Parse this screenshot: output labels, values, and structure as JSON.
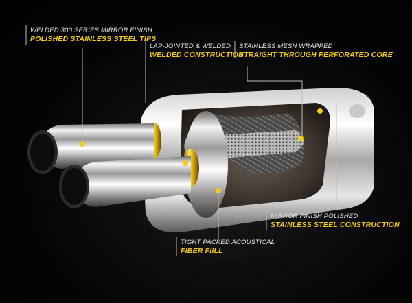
{
  "labels": {
    "tips": {
      "line1": "Welded 300 Series Mirror Finish",
      "line2": "Polished Stainless Steel Tips"
    },
    "welded": {
      "line1": "Lap-Jointed & Welded",
      "line2": "Welded Construction"
    },
    "core": {
      "line1": "Stainless Mesh Wrapped",
      "line2": "Straight Through Perforated Core"
    },
    "shell": {
      "line1": "Mirror Finish Polished",
      "line2": "Stainless Steel Construction"
    },
    "fiber": {
      "line1": "Tight Packed Acoustical",
      "line2": "Fiber Fiill"
    }
  },
  "colors": {
    "accent": "#f2cc16",
    "background": "#000000",
    "text": "#e8e8e8"
  }
}
